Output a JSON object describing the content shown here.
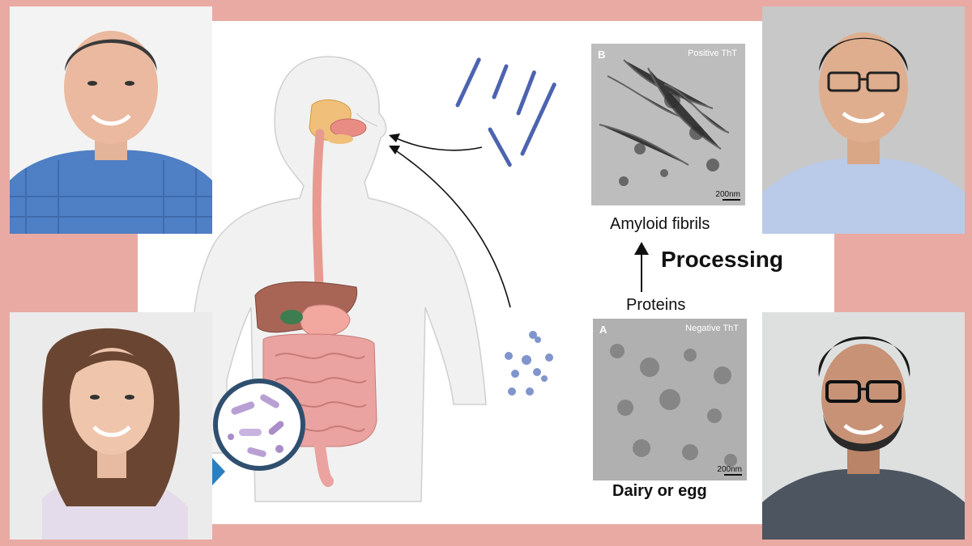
{
  "labels": {
    "amyloid_fibrils": "Amyloid fibrils",
    "processing": "Processing",
    "proteins": "Proteins",
    "dairy_or_egg": "Dairy or egg"
  },
  "micrographs": {
    "top": {
      "panel_letter": "B",
      "stain_label": "Positive ThT",
      "scale_label": "200nm"
    },
    "bottom": {
      "panel_letter": "A",
      "stain_label": "Negative ThT",
      "scale_label": "200nm"
    }
  },
  "colors": {
    "background": "#e9aaa4",
    "panel": "#ffffff",
    "fibril_blue": "#4d63b0",
    "protein_blue": "#7f95cc",
    "esophagus": "#e89a90",
    "intestine": "#eaa3a0",
    "microbe_ring": "#2f4f6f",
    "microbe_purple": "#b9a0d4"
  }
}
